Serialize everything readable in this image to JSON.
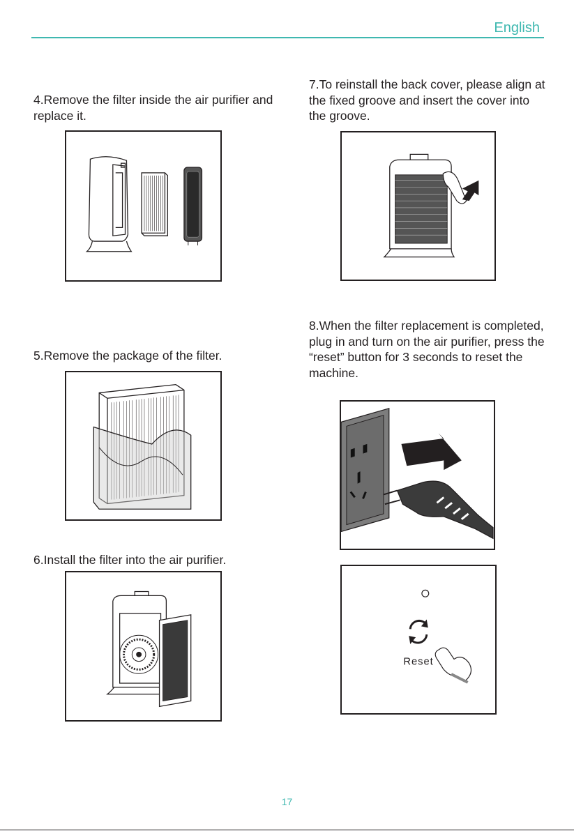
{
  "header": {
    "language": "English"
  },
  "steps": {
    "s4": "4.Remove the filter inside the air purifier and replace it.",
    "s5": "5.Remove the package of the filter.",
    "s6": "6.Install the filter into the air purifier.",
    "s7": "7.To reinstall the back cover, please align at the fixed groove and insert the cover into the groove.",
    "s8": "8.When the filter replacement is completed, plug in and turn on the air purifier, press the “reset” button for 3 seconds to reset the machine."
  },
  "reset_label": "Reset",
  "footer": {
    "page_number": "17"
  },
  "colors": {
    "accent": "#3fb8b0",
    "ink": "#231f20"
  }
}
